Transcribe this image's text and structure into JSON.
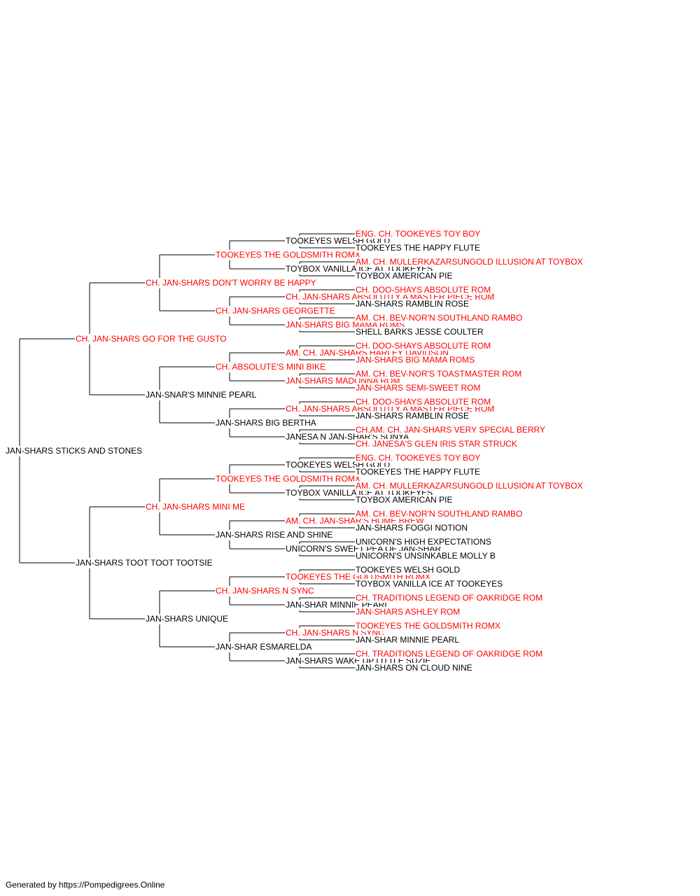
{
  "colors": {
    "champion": "#ff0000",
    "normal": "#000000",
    "line": "#000000"
  },
  "pedigree": {
    "name": "JAN-SHARS STICKS AND STONES",
    "champion": false,
    "sire": {
      "name": "CH. JAN-SHARS GO FOR THE GUSTO",
      "champion": true,
      "sire": {
        "name": "CH. JAN-SHARS DON'T WORRY BE HAPPY",
        "champion": true,
        "sire": {
          "name": "TOOKEYES THE GOLDSMITH ROMX",
          "champion": true,
          "sire": {
            "name": "TOOKEYES WELSH GOLD",
            "champion": false,
            "sire": {
              "name": "ENG. CH. TOOKEYES TOY BOY",
              "champion": true
            },
            "dam": {
              "name": "TOOKEYES THE HAPPY FLUTE",
              "champion": false
            }
          },
          "dam": {
            "name": "TOYBOX VANILLA ICE AT TOOKEYES",
            "champion": false,
            "sire": {
              "name": "AM. CH. MULLERKAZARSUNGOLD ILLUSION AT TOYBOX",
              "champion": true
            },
            "dam": {
              "name": "TOYBOX AMERICAN PIE",
              "champion": false
            }
          }
        },
        "dam": {
          "name": "CH. JAN-SHARS GEORGETTE",
          "champion": true,
          "sire": {
            "name": "CH. JAN-SHARS ABSOLUTLY A MASTER PIECE ROM",
            "champion": true,
            "sire": {
              "name": "CH. DOO-SHAYS ABSOLUTE ROM",
              "champion": true
            },
            "dam": {
              "name": "JAN-SHARS RAMBLIN ROSE",
              "champion": false
            }
          },
          "dam": {
            "name": "JAN-SHARS BIG MAMA ROMS",
            "champion": true,
            "sire": {
              "name": "AM. CH. BEV-NOR'N SOUTHLAND RAMBO",
              "champion": true
            },
            "dam": {
              "name": "SHELL BARKS JESSE COULTER",
              "champion": false
            }
          }
        }
      },
      "dam": {
        "name": "JAN-SNAR'S MINNIE PEARL",
        "champion": false,
        "sire": {
          "name": "CH. ABSOLUTE'S MINI BIKE",
          "champion": true,
          "sire": {
            "name": "AM. CH. JAN-SHARS HARLEY DAVIDSON",
            "champion": true,
            "sire": {
              "name": "CH. DOO-SHAYS ABSOLUTE ROM",
              "champion": true
            },
            "dam": {
              "name": "JAN-SHARS BIG MAMA ROMS",
              "champion": true
            }
          },
          "dam": {
            "name": "JAN-SHARS MADONNA ROM",
            "champion": true,
            "sire": {
              "name": "AM. CH. BEV-NOR'S TOASTMASTER ROM",
              "champion": true
            },
            "dam": {
              "name": "JAN-SHARS SEMI-SWEET ROM",
              "champion": true
            }
          }
        },
        "dam": {
          "name": "JAN-SHARS BIG BERTHA",
          "champion": false,
          "sire": {
            "name": "CH. JAN-SHARS ABSOLUTLY A MASTER PIECE ROM",
            "champion": true,
            "sire": {
              "name": "CH. DOO-SHAYS ABSOLUTE ROM",
              "champion": true
            },
            "dam": {
              "name": "JAN-SHARS RAMBLIN ROSE",
              "champion": false
            }
          },
          "dam": {
            "name": "JANESA N JAN-SHAR'S SONYA",
            "champion": false,
            "sire": {
              "name": "CH.AM. CH. JAN-SHARS VERY SPECIAL BERRY",
              "champion": true
            },
            "dam": {
              "name": "CH. JANESA'S GLEN IRIS STAR STRUCK",
              "champion": true
            }
          }
        }
      }
    },
    "dam": {
      "name": "JAN-SHARS TOOT TOOT TOOTSIE",
      "champion": false,
      "sire": {
        "name": "CH. JAN-SHARS MINI ME",
        "champion": true,
        "sire": {
          "name": "TOOKEYES THE GOLDSMITH ROMX",
          "champion": true,
          "sire": {
            "name": "TOOKEYES WELSH GOLD",
            "champion": false,
            "sire": {
              "name": "ENG. CH. TOOKEYES TOY BOY",
              "champion": true
            },
            "dam": {
              "name": "TOOKEYES THE HAPPY FLUTE",
              "champion": false
            }
          },
          "dam": {
            "name": "TOYBOX VANILLA ICE AT TOOKEYES",
            "champion": false,
            "sire": {
              "name": "AM. CH. MULLERKAZARSUNGOLD ILLUSION AT TOYBOX",
              "champion": true
            },
            "dam": {
              "name": "TOYBOX AMERICAN PIE",
              "champion": false
            }
          }
        },
        "dam": {
          "name": "JAN-SHARS RISE AND SHINE",
          "champion": false,
          "sire": {
            "name": "AM. CH. JAN-SHAR'S HOME BREW",
            "champion": true,
            "sire": {
              "name": "AM. CH. BEV-NOR'N SOUTHLAND RAMBO",
              "champion": true
            },
            "dam": {
              "name": "JAN-SHARS FOGGI NOTION",
              "champion": false
            }
          },
          "dam": {
            "name": "UNICORN'S SWEET PEA OF JAN-SHAR",
            "champion": false,
            "sire": {
              "name": "UNICORN'S HIGH EXPECTATIONS",
              "champion": false
            },
            "dam": {
              "name": "UNICORN'S UNSINKABLE MOLLY B",
              "champion": false
            }
          }
        }
      },
      "dam": {
        "name": "JAN-SHARS UNIQUE",
        "champion": false,
        "sire": {
          "name": "CH. JAN-SHARS N SYNC",
          "champion": true,
          "sire": {
            "name": "TOOKEYES THE GOLDSMITH ROMX",
            "champion": true,
            "sire": {
              "name": "TOOKEYES WELSH GOLD",
              "champion": false
            },
            "dam": {
              "name": "TOYBOX VANILLA ICE AT TOOKEYES",
              "champion": false
            }
          },
          "dam": {
            "name": "JAN-SHAR MINNIE PEARL",
            "champion": false,
            "sire": {
              "name": "CH. TRADITIONS LEGEND OF OAKRIDGE ROM",
              "champion": true
            },
            "dam": {
              "name": "JAN-SHARS ASHLEY ROM",
              "champion": true
            }
          }
        },
        "dam": {
          "name": "JAN-SHAR ESMARELDA",
          "champion": false,
          "sire": {
            "name": "CH. JAN-SHARS N SYNC",
            "champion": true,
            "sire": {
              "name": "TOOKEYES THE GOLDSMITH ROMX",
              "champion": true
            },
            "dam": {
              "name": "JAN-SHAR MINNIE PEARL",
              "champion": false
            }
          },
          "dam": {
            "name": "JAN-SHARS WAKE UP LITTLE SUZIE",
            "champion": false,
            "sire": {
              "name": "CH. TRADITIONS LEGEND OF OAKRIDGE ROM",
              "champion": true
            },
            "dam": {
              "name": "JAN-SHARS ON CLOUD NINE",
              "champion": false
            }
          }
        }
      }
    }
  },
  "footer": "Generated by https://Pompedigrees.Online"
}
